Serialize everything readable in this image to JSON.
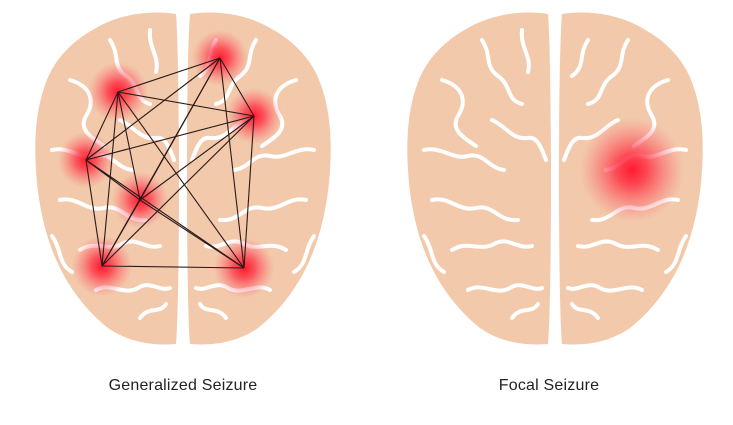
{
  "panels": [
    {
      "caption": "Generalized Seizure",
      "seizure_type": "generalized",
      "hotspot_count": 7,
      "connections_shown": true
    },
    {
      "caption": "Focal Seizure",
      "seizure_type": "focal",
      "hotspot_count": 1,
      "connections_shown": false
    }
  ],
  "colors": {
    "brain_fill": "#f2c9aa",
    "sulci": "#ffffff",
    "hotspot": "#ff1a2e",
    "network_lines": "#2a1a1a",
    "caption_text": "#222222"
  }
}
